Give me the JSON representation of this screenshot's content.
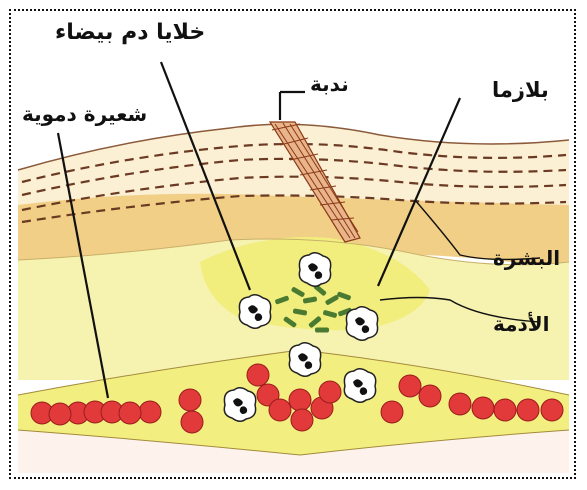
{
  "labels": {
    "white_blood_cells": "خلايا دم بيضاء",
    "scar": "ندبة",
    "plasma": "بلازما",
    "capillary": "شعيرة دموية",
    "epidermis": "البشرة",
    "dermis": "الأدمة"
  },
  "colors": {
    "outer_skin": "#f6e7c7",
    "epidermis": "#f1cf86",
    "dermis": "#f7f3b2",
    "capillary_zone": "#f2f07a",
    "red_cell": "#e23a3a",
    "wbc_nucleus": "#111111",
    "platelet": "#4a7a32",
    "scab": "#b8552d"
  }
}
